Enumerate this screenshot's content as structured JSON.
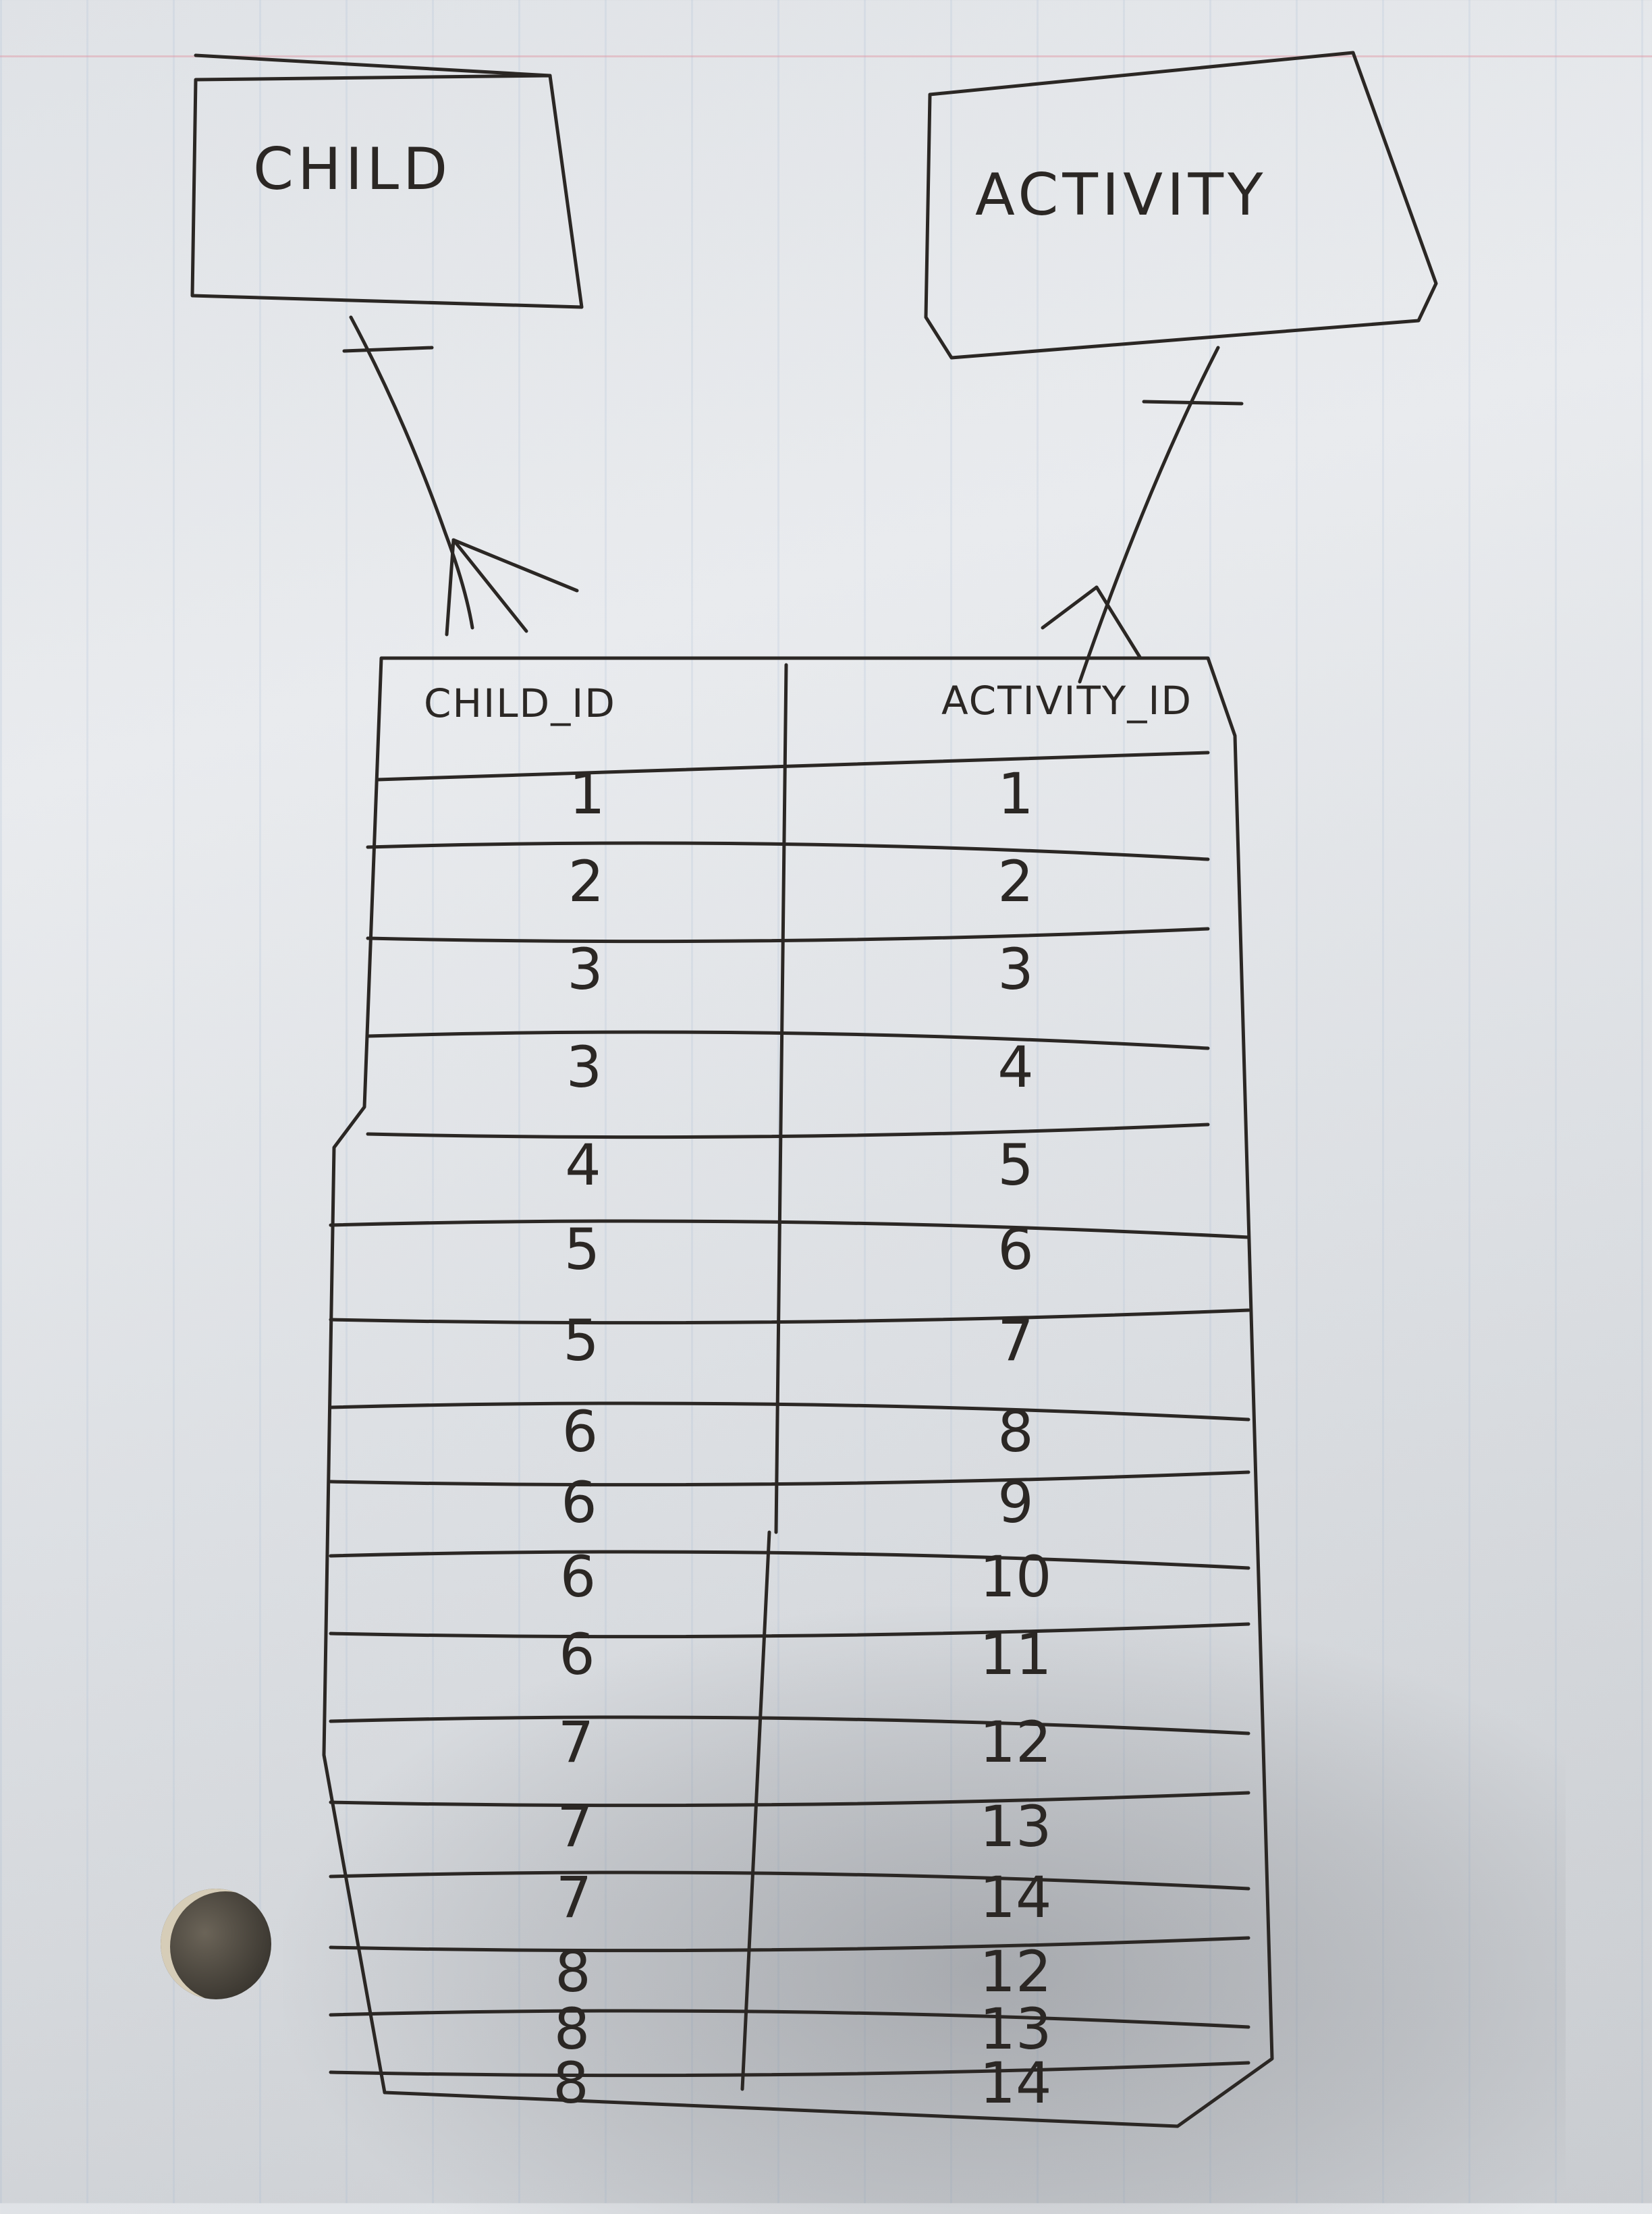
{
  "entities": {
    "left": "CHILD",
    "right": "ACTIVITY"
  },
  "table": {
    "headers": [
      "CHILD_ID",
      "ACTIVITY_ID"
    ],
    "rows": [
      [
        "1",
        "1"
      ],
      [
        "2",
        "2"
      ],
      [
        "3",
        "3"
      ],
      [
        "3",
        "4"
      ],
      [
        "4",
        "5"
      ],
      [
        "5",
        "6"
      ],
      [
        "5",
        "7"
      ],
      [
        "6",
        "8"
      ],
      [
        "6",
        "9"
      ],
      [
        "6",
        "10"
      ],
      [
        "6",
        "11"
      ],
      [
        "7",
        "12"
      ],
      [
        "7",
        "13"
      ],
      [
        "7",
        "14"
      ],
      [
        "8",
        "12"
      ],
      [
        "8",
        "13"
      ],
      [
        "8",
        "14"
      ]
    ]
  },
  "relationships": [
    {
      "from": "CHILD",
      "to": "CHILD_ID",
      "notation": "one-to-many"
    },
    {
      "from": "ACTIVITY",
      "to": "ACTIVITY_ID",
      "notation": "one-to-many"
    }
  ],
  "colors": {
    "ink": "#2b2724",
    "paper": "#e4e6e9",
    "rule_line": "#96afcd",
    "margin_line": "#e196a5"
  }
}
